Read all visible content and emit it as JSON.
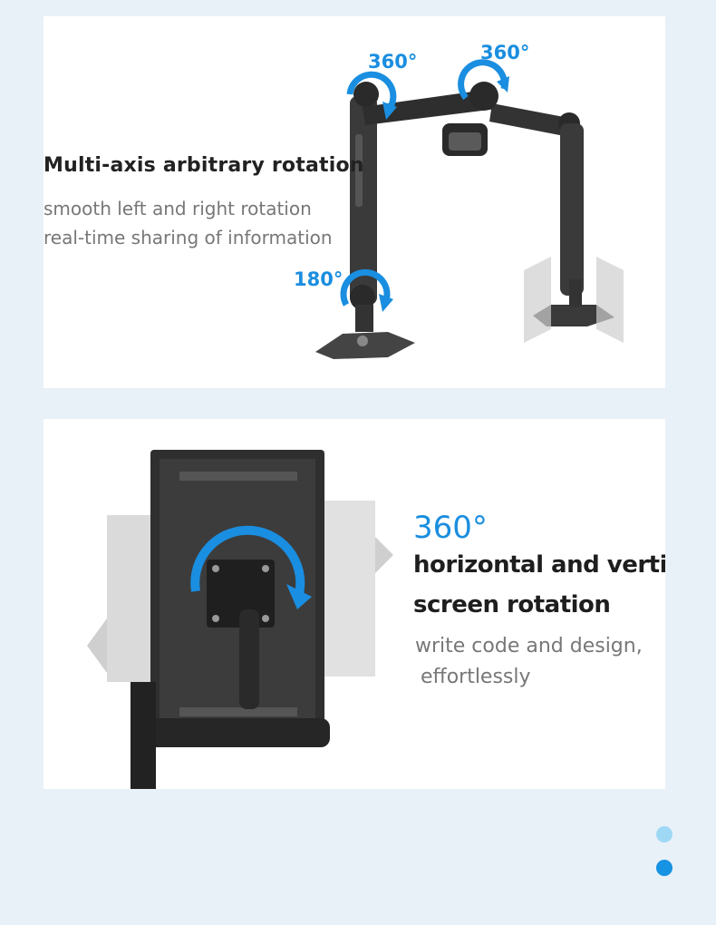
{
  "panel1": {
    "title": "Multi-axis arbitrary rotation",
    "lines": [
      "smooth left and right rotation",
      "real-time sharing of information"
    ],
    "degree_labels": [
      "360°",
      "360°",
      "180°"
    ]
  },
  "panel2": {
    "degree": "360°",
    "title_lines": [
      "horizontal and vertical",
      "screen rotation"
    ],
    "desc_lines": [
      "write code and design,",
      "effortlessly"
    ]
  },
  "colors": {
    "background": "#e9f1f8",
    "panel": "#ffffff",
    "accent_blue": "#1a8ee0",
    "dot_light": "#9fd8f5",
    "dot_dark": "#1693e3"
  },
  "pagination": {
    "count": 2,
    "active": 2
  }
}
